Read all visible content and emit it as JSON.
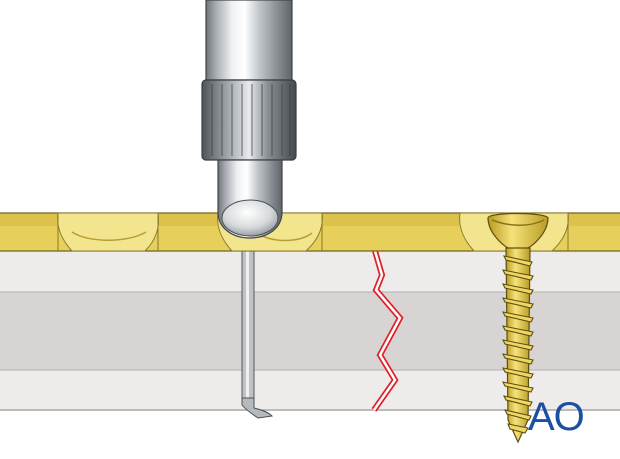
{
  "logo": {
    "text": "AO",
    "color": "#1b4fa3"
  },
  "illustration": {
    "components": [
      "drill-sleeve",
      "drill-bit",
      "plate",
      "bone",
      "fracture-line",
      "screw"
    ],
    "colors": {
      "plate": "#e6cf5a",
      "plate_recess": "#f3e58e",
      "bone_outer": "#eeeceb",
      "bone_inner": "#d8d4d4",
      "fracture": "#e0202a",
      "sleeve_metal": "#9ea3a8",
      "screw": "#e3c84a"
    }
  }
}
